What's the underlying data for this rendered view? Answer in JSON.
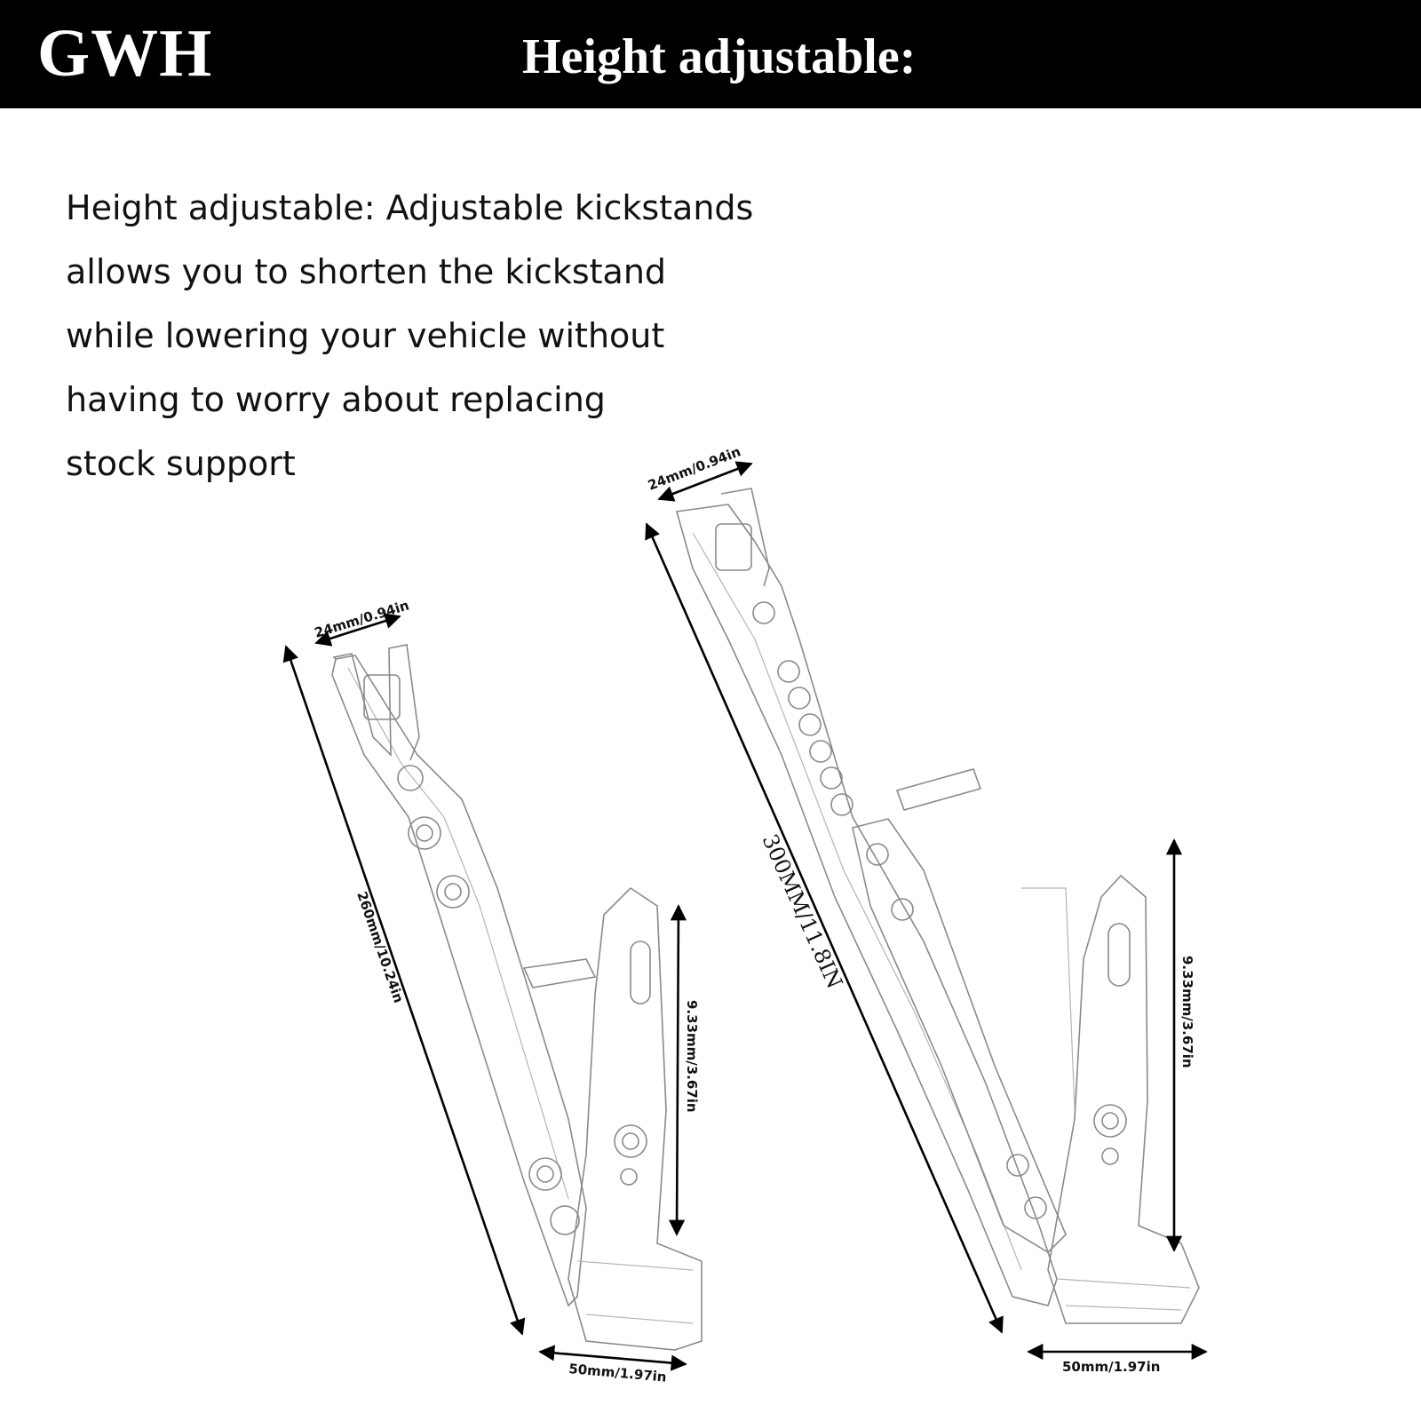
{
  "header": {
    "brand": "GWH",
    "title": "Height adjustable:"
  },
  "description": {
    "lines": [
      "Height adjustable: Adjustable kickstands",
      "allows you to shorten the kickstand",
      "while lowering your vehicle without",
      "having to worry about replacing",
      "stock support"
    ]
  },
  "diagrams": {
    "short_stand": {
      "top_width": "24mm/0.94in",
      "length": "260mm/10.24in",
      "foot_height": "9.33mm/3.67in",
      "foot_width": "50mm/1.97in"
    },
    "long_stand": {
      "top_width": "24mm/0.94in",
      "length": "300MM/11.8IN",
      "foot_height": "9.33mm/3.67in",
      "foot_width": "50mm/1.97in"
    }
  },
  "colors": {
    "header_bg": "#000000",
    "header_text": "#ffffff",
    "outline": "#8a8a8a",
    "dimension": "#000000"
  }
}
